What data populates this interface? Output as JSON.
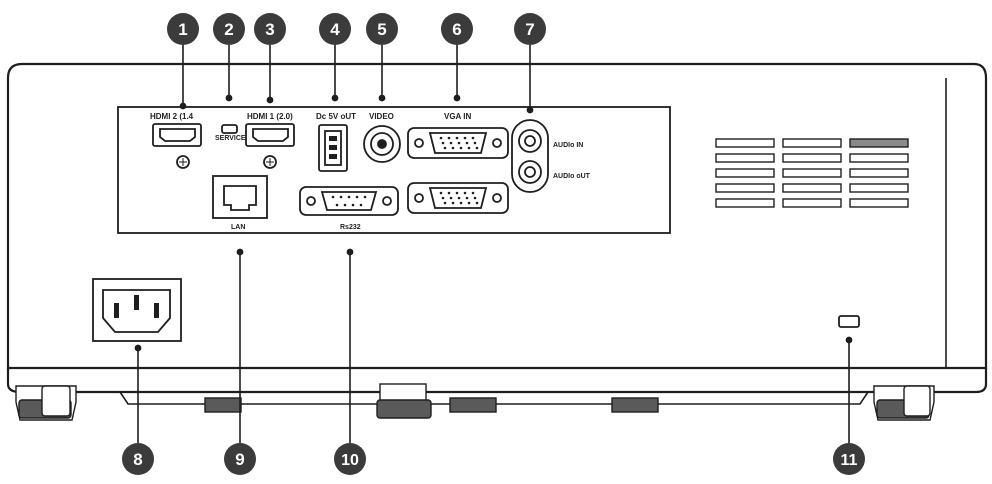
{
  "callouts": [
    "1",
    "2",
    "3",
    "4",
    "5",
    "6",
    "7",
    "8",
    "9",
    "10",
    "11"
  ],
  "labels": {
    "hdmi2": "HDMI 2 (1.4",
    "service": "SERVICE",
    "hdmi1": "HDMI 1 (2.0)",
    "dc5v": "Dc 5V oUT",
    "video": "VIDEO",
    "vga": "VGA IN",
    "audio_in": "AUDIo IN",
    "audio_out": "AUDIo oUT",
    "lan": "LAN",
    "rs232": "Rs232"
  },
  "colors": {
    "callout_fill": "#3b3b3b",
    "outline": "#1e1e1e",
    "body": "#ffffff"
  }
}
